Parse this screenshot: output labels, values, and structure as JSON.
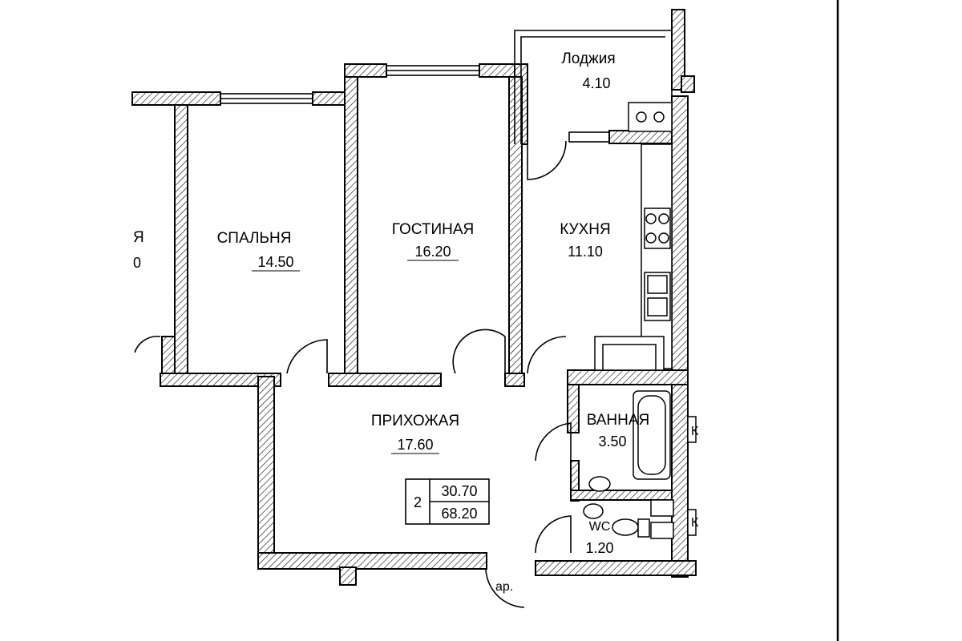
{
  "rooms": {
    "loggia": {
      "name": "Лоджия",
      "area": "4.10"
    },
    "bedroom": {
      "name": "СПАЛЬНЯ",
      "area": "14.50"
    },
    "living": {
      "name": "ГОСТИНАЯ",
      "area": "16.20"
    },
    "kitchen": {
      "name": "КУХНЯ",
      "area": "11.10"
    },
    "hall": {
      "name": "ПРИХОЖАЯ",
      "area": "17.60"
    },
    "bath": {
      "name": "ВАННАЯ",
      "area": "3.50"
    },
    "wc": {
      "name": "WC",
      "area": "1.20"
    }
  },
  "summary": {
    "rooms_count": "2",
    "living_area": "30.70",
    "total_area": "68.20"
  },
  "fragments": {
    "left_top": "Я",
    "left_bottom": "0",
    "right_top": "К",
    "right_bottom": "К",
    "entrance": "ар."
  }
}
